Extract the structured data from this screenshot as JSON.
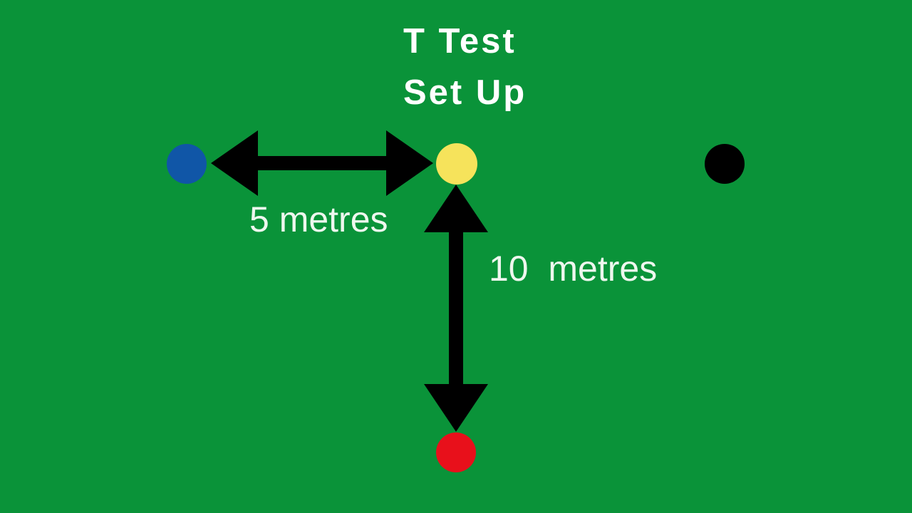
{
  "title": {
    "line1": "T Test",
    "line2": "Set Up"
  },
  "distance_labels": {
    "horizontal": "5 metres",
    "vertical": "10  metres"
  },
  "cones": [
    {
      "id": "blue-cone",
      "color": "#1056a7"
    },
    {
      "id": "yellow-cone",
      "color": "#f6e35b"
    },
    {
      "id": "black-cone",
      "color": "#000000"
    },
    {
      "id": "red-cone",
      "color": "#e8101b"
    }
  ],
  "colors": {
    "background": "#0a9339",
    "title_text": "#ffffff",
    "label_text": "#eef7ee",
    "arrow": "#000000"
  }
}
